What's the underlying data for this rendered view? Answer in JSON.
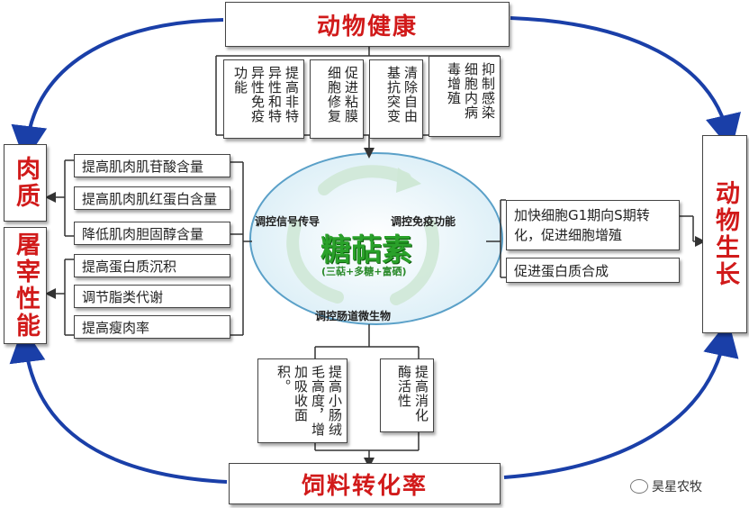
{
  "top": {
    "title": "动物健康",
    "columns": [
      "提高非特异性和特异性免疫功能",
      "促进粘膜细胞修复",
      "清除自由基抗突变",
      "抑制感染细胞内病毒增殖"
    ]
  },
  "left_top": {
    "title": "肉质",
    "items": [
      "提高肌肉肌苷酸含量",
      "提高肌肉肌红蛋白含量",
      "降低肌肉胆固醇含量"
    ]
  },
  "left_bottom": {
    "title": "屠宰性能",
    "items": [
      "提高蛋白质沉积",
      "调节脂类代谢",
      "提高瘦肉率"
    ]
  },
  "right": {
    "title": "动物生长",
    "items": [
      "加快细胞G1期向S期转化，促进细胞增殖",
      "促进蛋白质合成"
    ]
  },
  "bottom": {
    "title": "饲料转化率",
    "columns": [
      "提高小肠绒毛高度，增加吸收面积。",
      "提高消化酶活性"
    ]
  },
  "center": {
    "title": "糖萜素",
    "subtitle": "(三萜+多糖+富硒)",
    "labels": {
      "left": "调控信号传导",
      "right": "调控免疫功能",
      "bottom": "调控肠道微生物"
    }
  },
  "watermark": {
    "text": "昊星农牧",
    "icon": "wechat-icon"
  },
  "colors": {
    "title_red": "#d11a1a",
    "arrow_blue": "#1a3fa8",
    "center_green": "#2aa12a"
  }
}
